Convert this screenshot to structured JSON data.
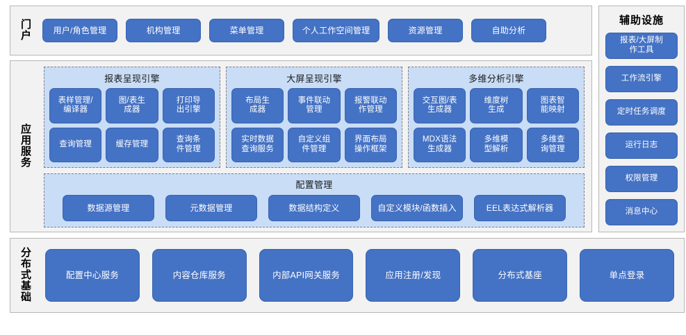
{
  "portal": {
    "label": "门户",
    "items": [
      {
        "label": "用户/角色管理",
        "width": 108
      },
      {
        "label": "机构管理",
        "width": 108
      },
      {
        "label": "菜单管理",
        "width": 108
      },
      {
        "label": "个人工作空间管理",
        "width": 125
      },
      {
        "label": "资源管理",
        "width": 108
      },
      {
        "label": "自助分析",
        "width": 108
      }
    ]
  },
  "app_service": {
    "label": "应用服务",
    "engines": [
      {
        "title": "报表呈现引擎",
        "items": [
          "表样管理/\n编译器",
          "图/表生\n成器",
          "打印导\n出引擎",
          "查询管理",
          "缓存管理",
          "查询条\n件管理"
        ]
      },
      {
        "title": "大屏呈现引擎",
        "items": [
          "布局生\n成器",
          "事件联动\n管理",
          "报警联动\n作管理",
          "实时数据\n查询服务",
          "自定义组\n件管理",
          "界面布局\n操作框架"
        ]
      },
      {
        "title": "多维分析引擎",
        "items": [
          "交互图/表\n生成器",
          "维度树\n生成",
          "图表智\n能映射",
          "MDX语法\n生成器",
          "多维模\n型解析",
          "多维查\n询管理"
        ]
      }
    ],
    "config": {
      "title": "配置管理",
      "items": [
        "数据源管理",
        "元数据管理",
        "数据结构定义",
        "自定义模块/函数插入",
        "EEL表达式解析器"
      ]
    }
  },
  "aux": {
    "title": "辅助设施",
    "items": [
      "报表/大屏制\n作工具",
      "工作流引擎",
      "定时任务调度",
      "运行日志",
      "权限管理",
      "消息中心"
    ]
  },
  "distributed": {
    "label": "分布式基础",
    "items": [
      "配置中心服务",
      "内容仓库服务",
      "内部API网关服务",
      "应用注册/发现",
      "分布式基座",
      "单点登录"
    ]
  },
  "colors": {
    "button_fill": "#4472C4",
    "button_border": "#3a63ad",
    "panel_fill": "#c9ddf7",
    "section_fill": "#f2f2f2",
    "section_border": "#b6b6b6",
    "dashed_border": "#7f7f7f",
    "text_on_button": "#ffffff"
  }
}
